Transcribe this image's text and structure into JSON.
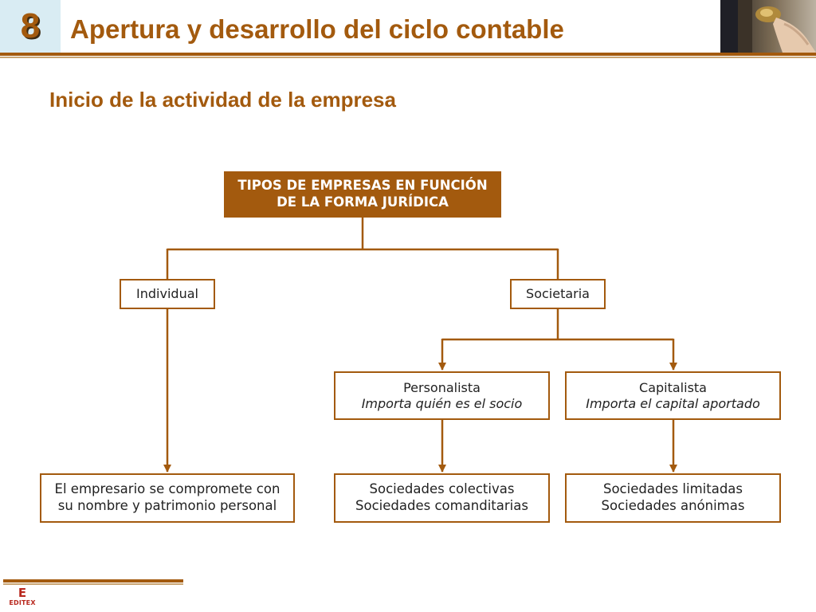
{
  "header": {
    "chapter_number": "8",
    "title": "Apertura y desarrollo del ciclo contable"
  },
  "subtitle": "Inicio de la actividad de la empresa",
  "diagram": {
    "root": {
      "line1": "TIPOS DE EMPRESAS EN FUNCIÓN",
      "line2": "DE LA FORMA JURÍDICA"
    },
    "individual": {
      "label": "Individual"
    },
    "societaria": {
      "label": "Societaria"
    },
    "personalista": {
      "line1": "Personalista",
      "line2": "Importa quién es el socio"
    },
    "capitalista": {
      "line1": "Capitalista",
      "line2": "Importa el capital aportado"
    },
    "individual_leaf": {
      "line1": "El empresario se compromete con",
      "line2": "su nombre y patrimonio personal"
    },
    "personalista_leaf": {
      "line1": "Sociedades colectivas",
      "line2": "Sociedades comanditarias"
    },
    "capitalista_leaf": {
      "line1": "Sociedades limitadas",
      "line2": "Sociedades anónimas"
    }
  },
  "footer": {
    "logo_mark": "E",
    "logo_text": "EDITEX"
  },
  "colors": {
    "accent": "#a35a0e",
    "badge_background": "#d9ecf3",
    "logo_red": "#b8281e"
  }
}
